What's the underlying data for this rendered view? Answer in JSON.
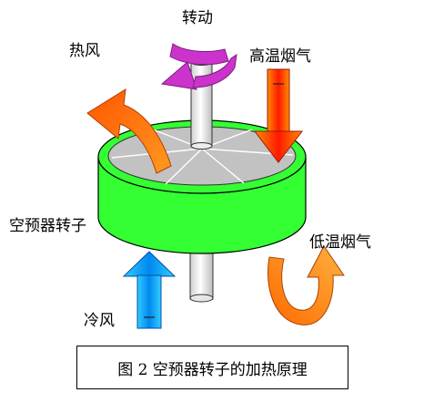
{
  "labels": {
    "rotation": "转动",
    "hot_air": "热风",
    "high_temp_flue_gas": "高温烟气",
    "rotor": "空预器转子",
    "low_temp_flue_gas": "低温烟气",
    "cold_air": "冷风"
  },
  "caption": "图 2  空预器转子的加热原理",
  "colors": {
    "rotor_green": "#33ff33",
    "rotor_top": "#bdbdbd",
    "shaft": "#f2f2f2",
    "rotation_arrow": "#cc33cc",
    "hot_air_arrow": "#ff6600",
    "high_temp_arrow": "#ff2a00",
    "cold_air_arrow": "#0099ff",
    "low_temp_arrow": "#ff7a00"
  }
}
